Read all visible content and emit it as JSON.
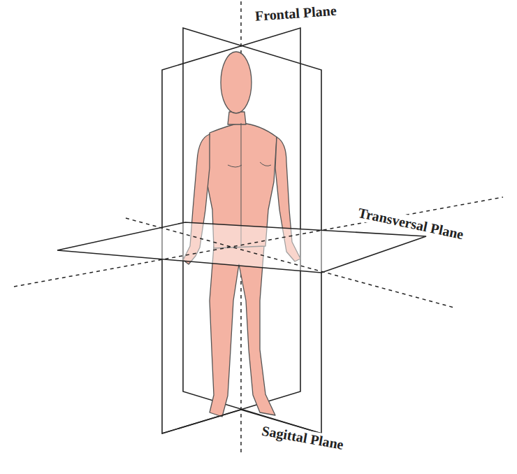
{
  "diagram": {
    "labels": [
      "Frontal Plane",
      "Transversal Plane",
      "Sagittal Plane"
    ]
  }
}
